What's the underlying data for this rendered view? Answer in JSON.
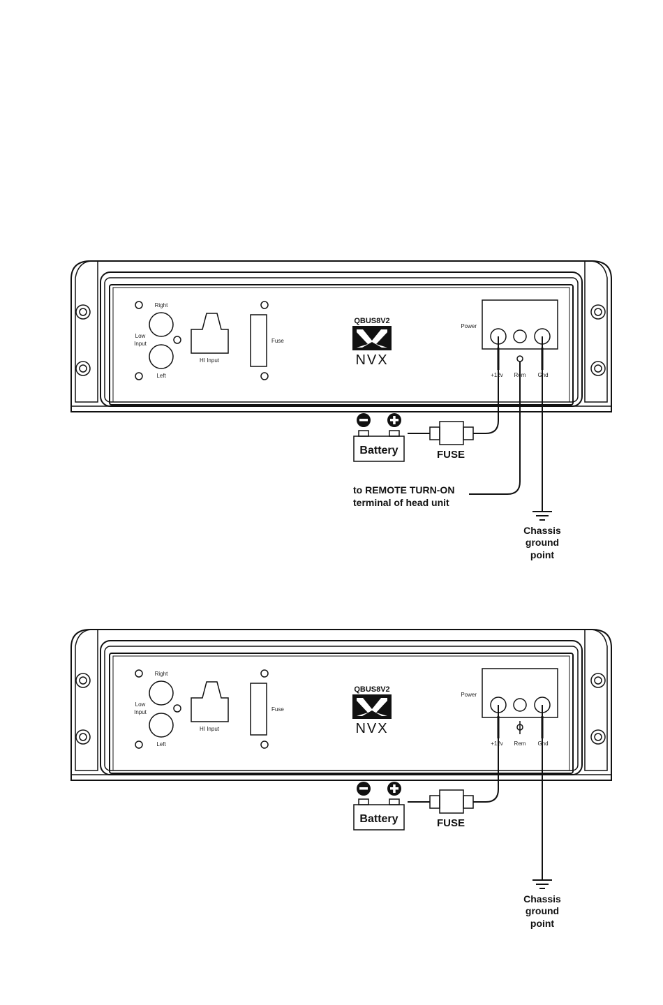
{
  "amplifier": {
    "model": "QBUS8V2",
    "brand": "NVX",
    "labels": {
      "right": "Right",
      "low_input": [
        "Low",
        "Input"
      ],
      "left": "Left",
      "hi_input": "HI Input",
      "fuse": "Fuse",
      "power": "Power",
      "plus12v": "+12v",
      "rem": "Rem",
      "gnd": "Gnd"
    }
  },
  "diagrams": [
    {
      "battery_label": "Battery",
      "fuse_label": "FUSE",
      "remote_label": [
        "to REMOTE TURN-ON",
        "terminal of head unit"
      ],
      "ground_label": [
        "Chassis",
        "ground",
        "point"
      ]
    },
    {
      "battery_label": "Battery",
      "fuse_label": "FUSE",
      "ground_label": [
        "Chassis",
        "ground",
        "point"
      ]
    }
  ]
}
